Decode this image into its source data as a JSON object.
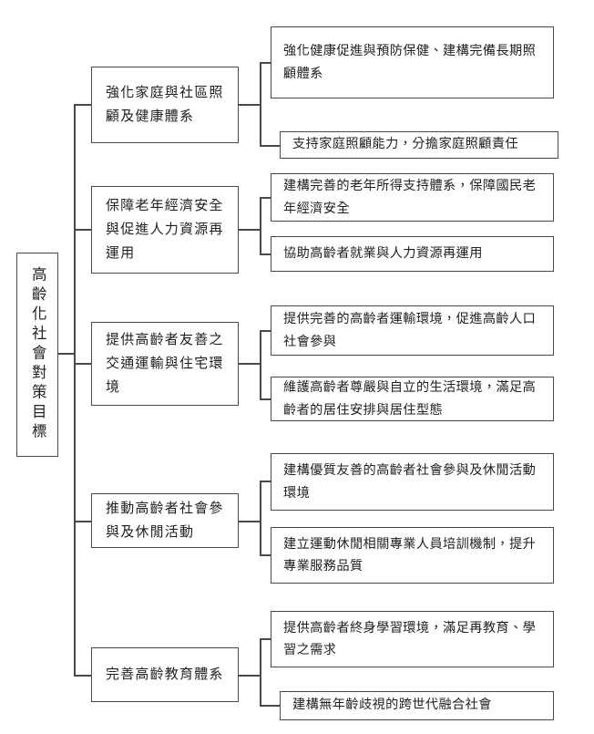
{
  "diagram": {
    "title": "高齡化社會對策目標",
    "type": "organizational-tree",
    "root": {
      "label": "高齡化社會對策目標",
      "orientation": "vertical"
    },
    "branches": [
      {
        "label": "強化家庭與社區照顧及健康體系",
        "leaves": [
          {
            "label": "強化健康促進與預防保健、建構完備長期照顧體系"
          },
          {
            "label": "支持家庭照顧能力，分擔家庭照顧責任"
          }
        ]
      },
      {
        "label": "保障老年經濟安全與促進人力資源再運用",
        "leaves": [
          {
            "label": "建構完善的老年所得支持體系，保障國民老年經濟安全"
          },
          {
            "label": "協助高齡者就業與人力資源再運用"
          }
        ]
      },
      {
        "label": "提供高齡者友善之交通運輸與住宅環境",
        "leaves": [
          {
            "label": "提供完善的高齡者運輸環境，促進高齡人口社會參與"
          },
          {
            "label": "維護高齡者尊嚴與自立的生活環境，滿足高齡者的居住安排與居住型態"
          }
        ]
      },
      {
        "label": "推動高齡者社會參與及休閒活動",
        "leaves": [
          {
            "label": "建構優質友善的高齡者社會參與及休閒活動環境"
          },
          {
            "label": "建立運動休閒相關專業人員培訓機制，提升專業服務品質"
          }
        ]
      },
      {
        "label": "完善高齡教育體系",
        "leaves": [
          {
            "label": "提供高齡者終身學習環境，滿足再教育、學習之需求"
          },
          {
            "label": "建構無年齡歧視的跨世代融合社會"
          }
        ]
      }
    ],
    "colors": {
      "border": "#4a4a4a",
      "text": "#1f1f1f",
      "background": "#ffffff"
    }
  }
}
